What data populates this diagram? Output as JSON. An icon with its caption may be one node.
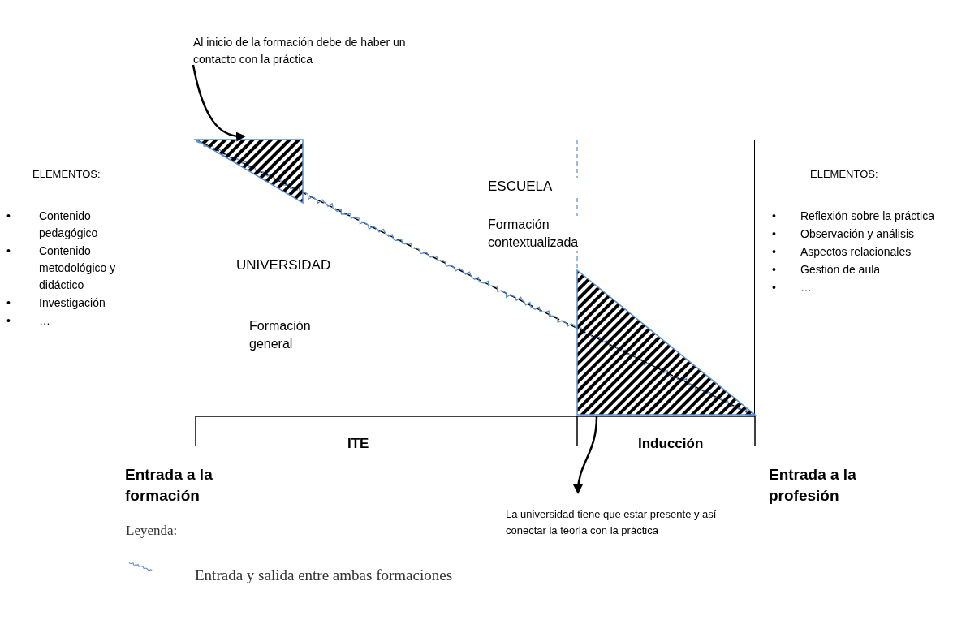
{
  "diagram": {
    "nodes": [
      {
        "text": [
          "Al inicio de la formación debe de haber un contacto con la práctica"
        ]
      },
      {
        "text": [
          "UNIVERSIDAD",
          "Formación general",
          "ESCUELA",
          "Formación contextualizada"
        ]
      },
      {
        "text": [],
        "shape": "triangle",
        "in": 1
      },
      {
        "text": [],
        "shape": "triangle",
        "in": 1
      },
      {
        "text": [
          "La universidad tiene que estar presente y así conectar la teoría con la práctica"
        ]
      }
    ],
    "edges": [
      {
        "from": 0,
        "to": 2,
        "arrow": "to"
      },
      {
        "from": 3,
        "to": 4,
        "arrow": "to"
      }
    ],
    "labels": [
      "ELEMENTOS:",
      "•",
      "Contenido pedagógico",
      "•",
      "Contenido metodológico y didáctico",
      "•",
      "Investigación",
      "•",
      "…",
      "ELEMENTOS:",
      "•",
      "Reflexión sobre la práctica",
      "•",
      "Observación y análisis",
      "•",
      "Aspectos relacionales",
      "•",
      "Gestión de aula",
      "•",
      "…",
      "ITE",
      "Inducción",
      "Entrada a la formación",
      "Entrada a la profesión",
      "Leyenda:"
    ],
    "legend": [
      {
        "text": "Entrada y salida entre ambas formaciones"
      }
    ]
  }
}
